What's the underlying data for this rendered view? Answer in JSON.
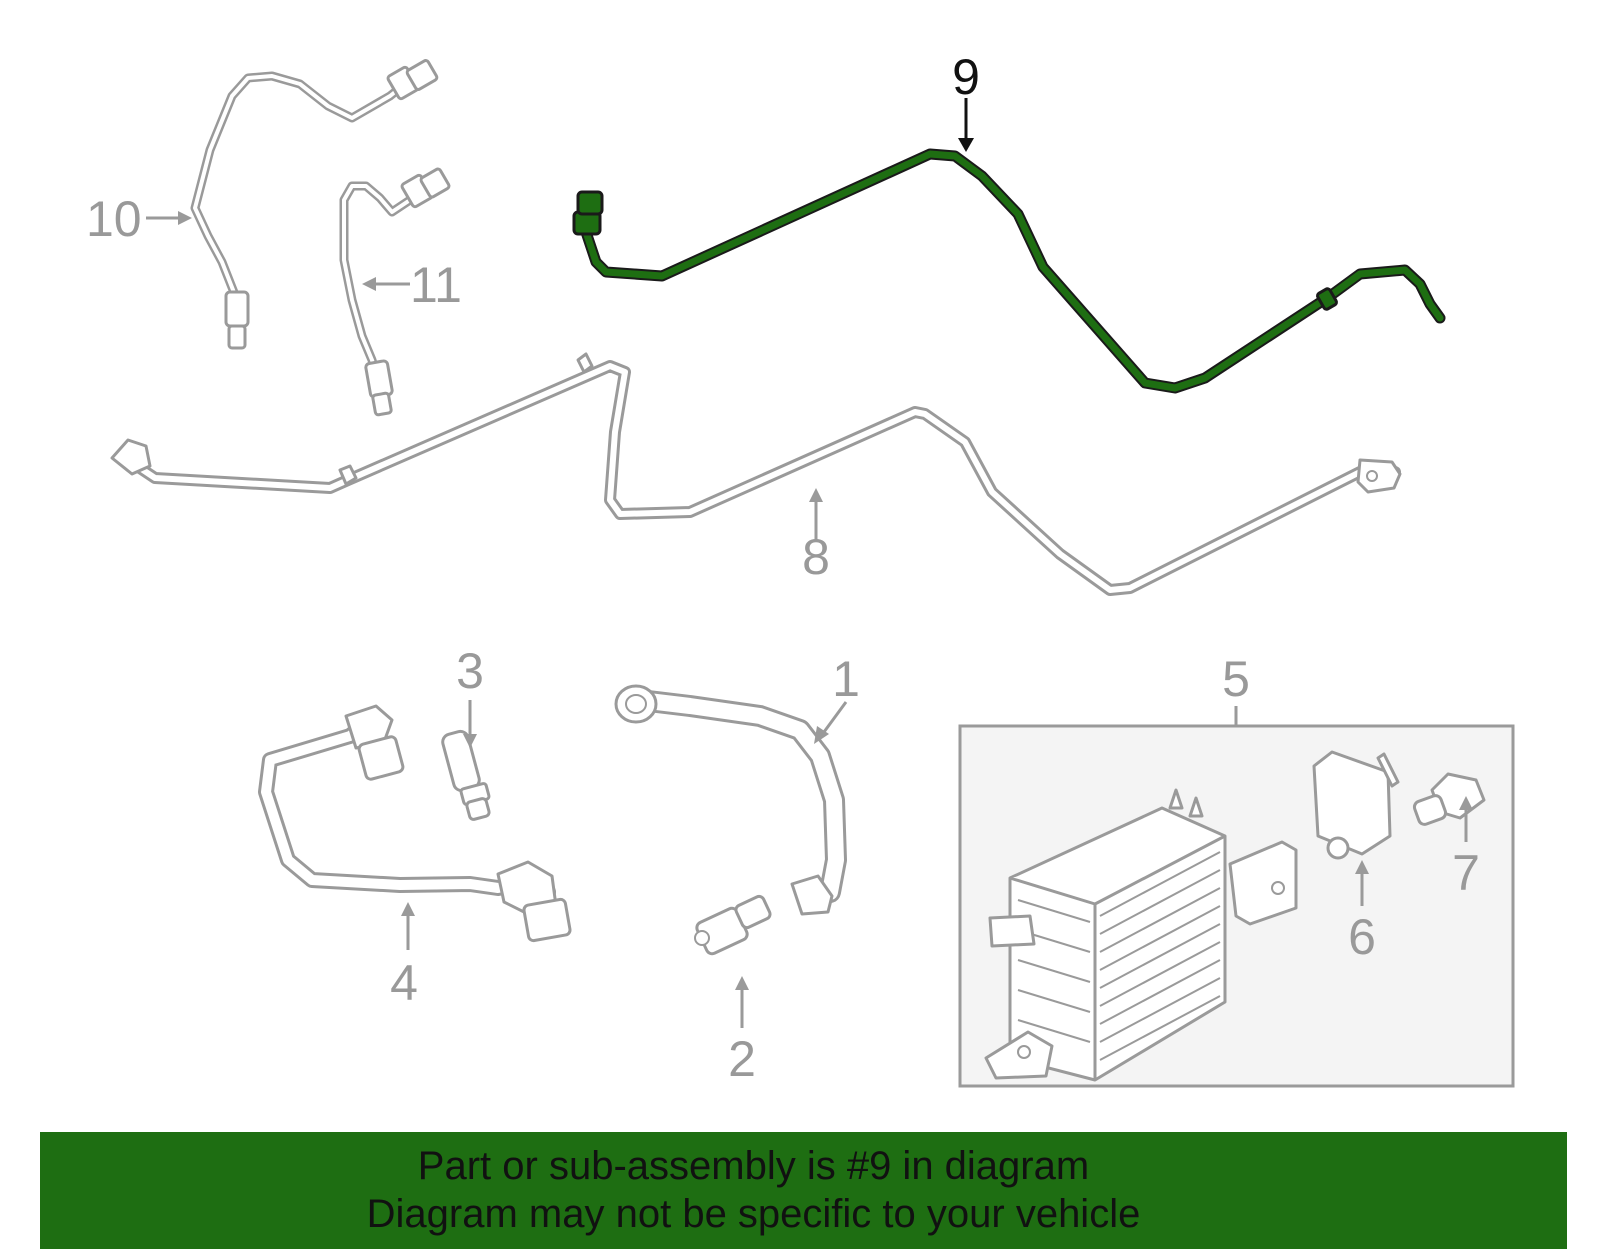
{
  "callouts": {
    "n1": "1",
    "n2": "2",
    "n3": "3",
    "n4": "4",
    "n5": "5",
    "n6": "6",
    "n7": "7",
    "n8": "8",
    "n9": "9",
    "n10": "10",
    "n11": "11"
  },
  "highlighted_part": "9",
  "colors": {
    "highlight": "#1e6e12",
    "parts": "#9a9a9a",
    "box_fill": "#f4f4f4"
  },
  "banner": {
    "line1": "Part or sub-assembly is #9 in diagram",
    "line2": "Diagram may not be specific to your vehicle"
  }
}
